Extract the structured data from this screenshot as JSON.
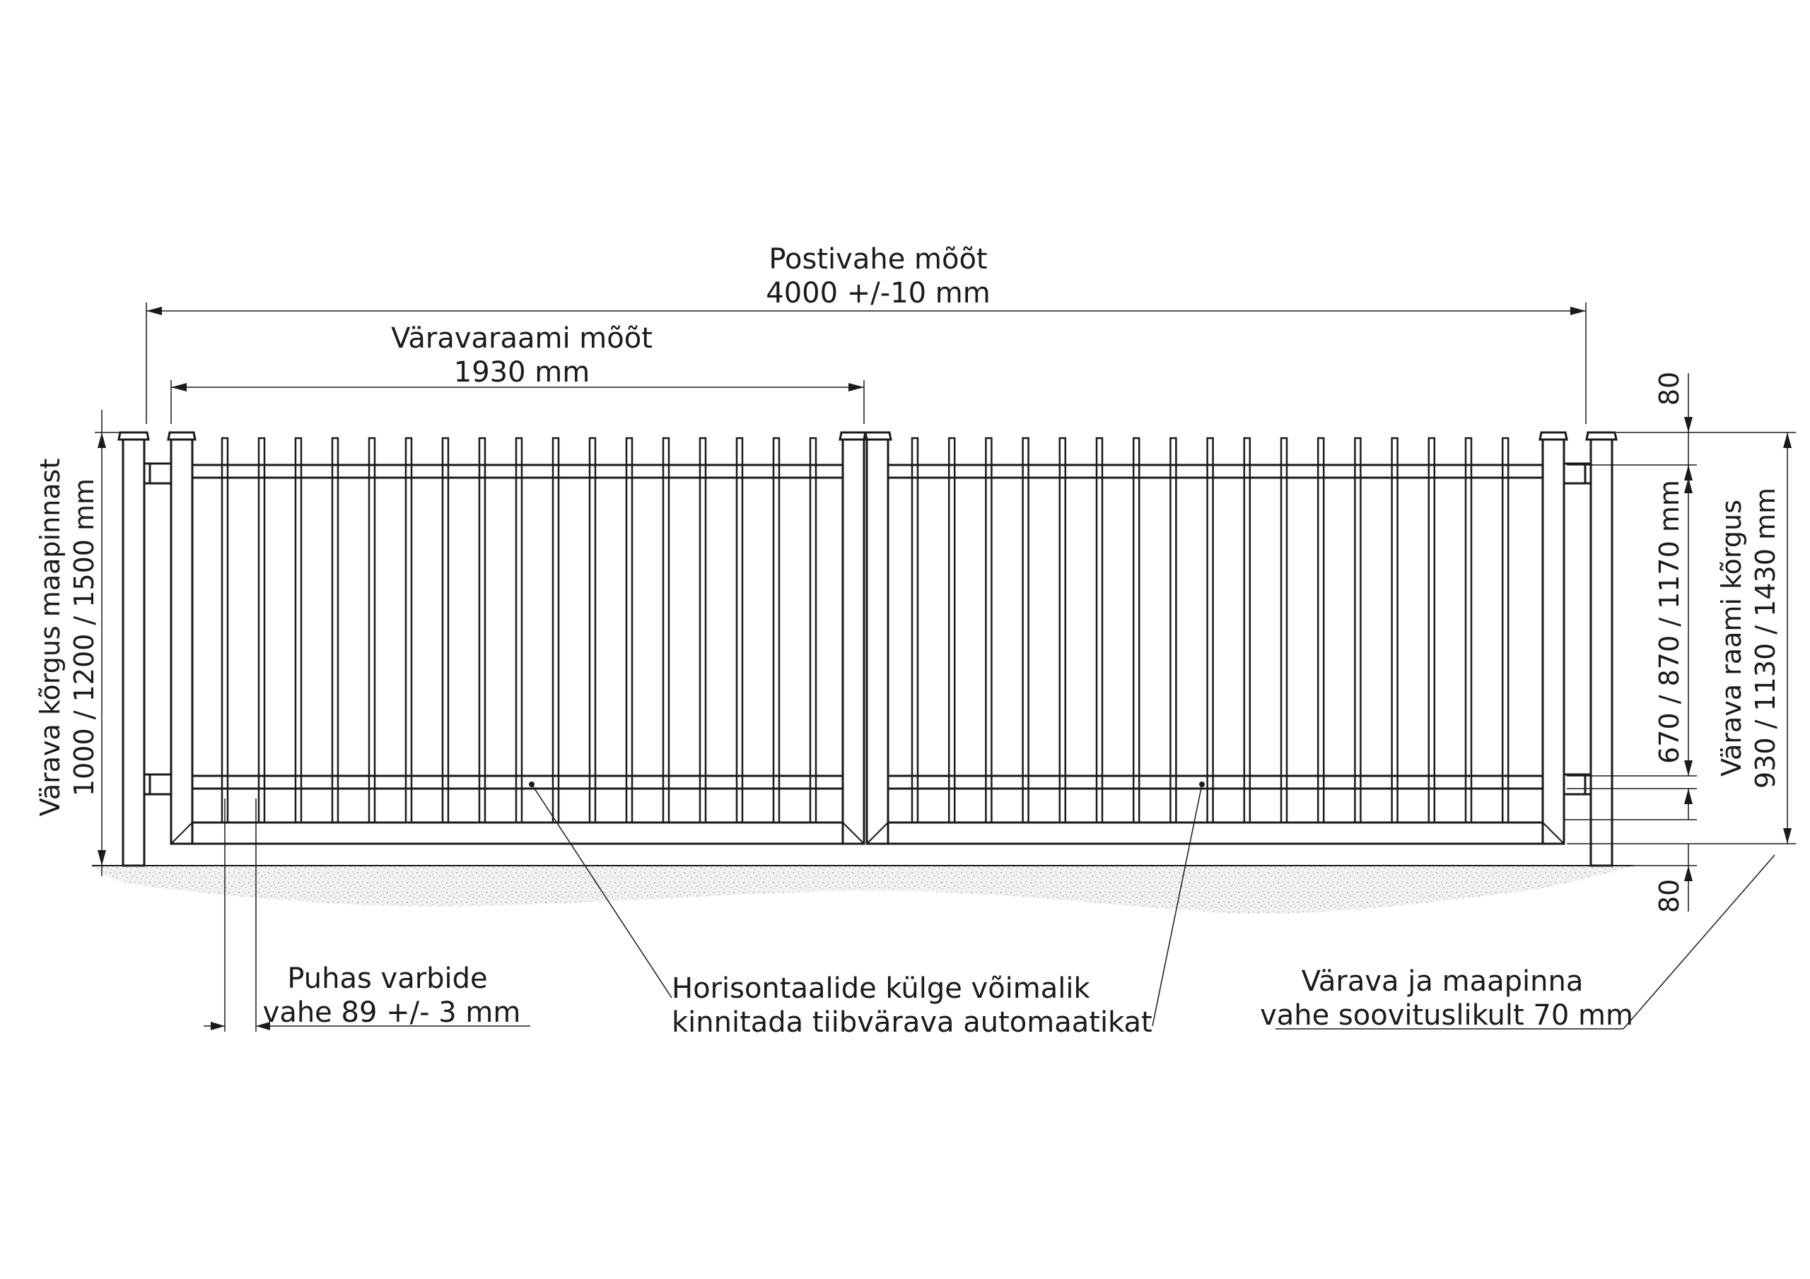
{
  "dimensions": {
    "post_spacing_label": "Postivahe mõõt",
    "post_spacing_value": "4000 +/-10 mm",
    "frame_width_label": "Väravaraami mõõt",
    "frame_width_value": "1930 mm",
    "top_offset": "80",
    "bottom_offset": "80",
    "infill_height": "670 / 870 / 1170 mm",
    "frame_height_label": "Värava raami kõrgus",
    "frame_height_value": "930 / 1130 / 1430 mm",
    "gate_height_label": "Värava kõrgus maapinnast",
    "gate_height_value": "1000 / 1200 / 1500 mm"
  },
  "notes": {
    "bar_gap_line1": "Puhas varbide",
    "bar_gap_line2": "vahe 89 +/- 3 mm",
    "automation_line1": "Horisontaalide külge võimalik",
    "automation_line2": "kinnitada tiibvärava automaatikat",
    "ground_gap_line1": "Värava ja maapinna",
    "ground_gap_line2": "vahe soovituslikult 70 mm"
  }
}
